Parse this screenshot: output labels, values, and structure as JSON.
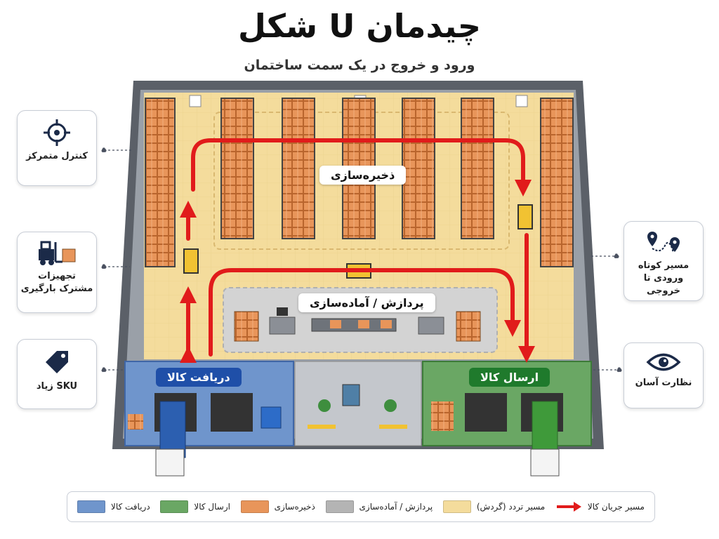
{
  "header": {
    "title": "چیدمان U شکل",
    "subtitle": "ورود و خروج در یک سمت ساختمان"
  },
  "zones": {
    "storage": "ذخیره‌سازی",
    "processing": "پردازش / آماده‌سازی",
    "receiving": "دریافت کالا",
    "shipping": "ارسال کالا"
  },
  "cards": {
    "left": [
      {
        "label": "کنترل متمرکز",
        "icon": "crosshair-icon"
      },
      {
        "label": "تجهیزات\nمشترک بارگیری",
        "icon": "forklift-icon"
      },
      {
        "label": "SKU زیاد",
        "icon": "tag-icon"
      }
    ],
    "right": [
      {
        "label": "مسیر کوتاه\nورودی تا خروجی",
        "icon": "route-pins-icon"
      },
      {
        "label": "نظارت آسان",
        "icon": "eye-icon"
      }
    ]
  },
  "legend": [
    {
      "label": "دریافت کالا",
      "color": "#6f95cc",
      "kind": "swatch"
    },
    {
      "label": "ارسال کالا",
      "color": "#6aa764",
      "kind": "swatch"
    },
    {
      "label": "ذخیره‌سازی",
      "color": "#e8955a",
      "kind": "swatch"
    },
    {
      "label": "پردازش / آماده‌سازی",
      "color": "#b4b4b4",
      "kind": "swatch"
    },
    {
      "label": "مسیر تردد (گردش)",
      "color": "#f4dc9c",
      "kind": "swatch"
    },
    {
      "label": "مسیر جریان کالا",
      "color": "#e11b1b",
      "kind": "arrow"
    }
  ],
  "colors": {
    "receiving": "#6f95cc",
    "shipping": "#6aa764",
    "storage": "#e8955a",
    "processing": "#c9c9c9",
    "aisle": "#f4dc9c",
    "flow": "#e11b1b",
    "receiving_label": "#1f4fa8",
    "shipping_label": "#1f7a2c"
  }
}
